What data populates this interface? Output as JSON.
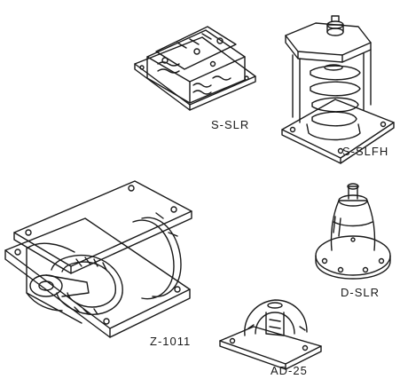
{
  "labels": {
    "s_slr": "S-SLR",
    "s_slfh": "S-SLFH",
    "d_slr": "D-SLR",
    "z_1011": "Z-1011",
    "ad_25": "AD-25"
  },
  "colors": {
    "ink": "#1a1a1a",
    "background": "#ffffff"
  }
}
